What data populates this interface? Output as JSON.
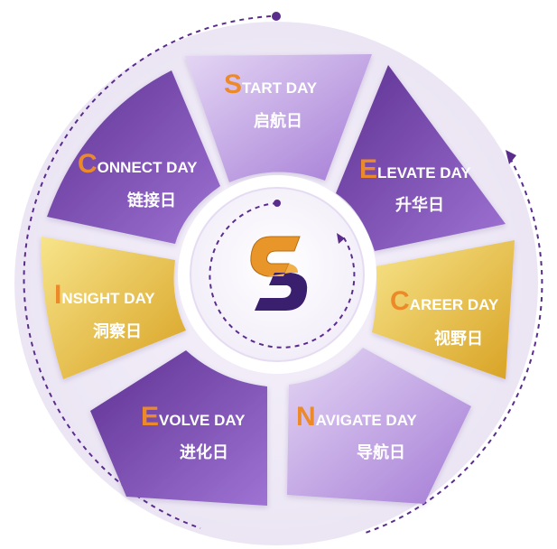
{
  "segments": [
    {
      "id": "start",
      "initial": "S",
      "rest": "TART DAY",
      "cn": "启航日",
      "theme": "light-purple"
    },
    {
      "id": "elevate",
      "initial": "E",
      "rest": "LEVATE DAY",
      "cn": "升华日",
      "theme": "purple"
    },
    {
      "id": "career",
      "initial": "C",
      "rest": "AREER DAY",
      "cn": "视野日",
      "theme": "gold"
    },
    {
      "id": "navigate",
      "initial": "N",
      "rest": "AVIGATE DAY",
      "cn": "导航日",
      "theme": "light-purple"
    },
    {
      "id": "evolve",
      "initial": "E",
      "rest": "VOLVE DAY",
      "cn": "进化日",
      "theme": "purple"
    },
    {
      "id": "insight",
      "initial": "I",
      "rest": "NSIGHT DAY",
      "cn": "洞察日",
      "theme": "gold"
    },
    {
      "id": "connect",
      "initial": "C",
      "rest": "ONNECT DAY",
      "cn": "链接日",
      "theme": "purple"
    }
  ],
  "center_logo": {
    "letter": "S",
    "primary_color": "#e8952a",
    "secondary_color": "#3a1f6e"
  },
  "colors": {
    "purple_dark": "#6b3fa0",
    "purple_mid": "#8a5bc4",
    "purple_light": "#c9b1ea",
    "gold_dark": "#d9a21c",
    "gold_light": "#f7e48a",
    "initial_orange": "#ec8a2a",
    "ring_dash": "#5a2d8c",
    "text_white": "#ffffff",
    "text_dark_on_light": "#ffffff"
  },
  "icons": [
    "orbit-dot-icon",
    "arrow-head-icon",
    "logo-s-icon"
  ]
}
